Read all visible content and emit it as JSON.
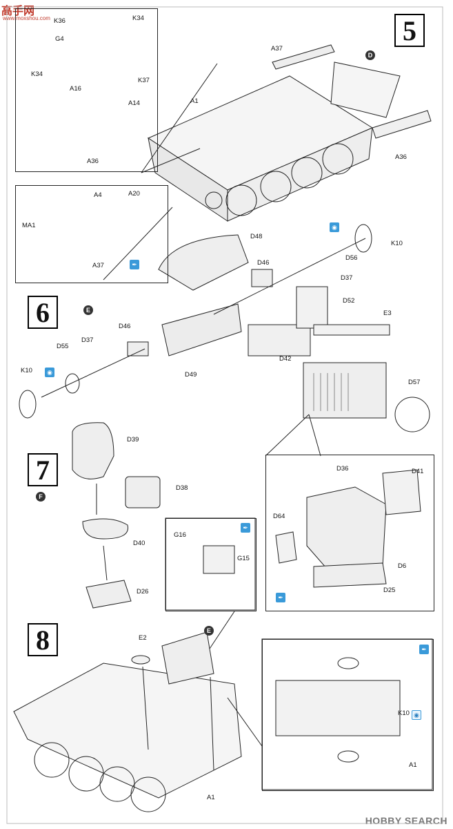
{
  "watermark": {
    "site_logo": "高手网",
    "site_url": "www.moxshou.com",
    "brand": "HOBBY SEARCH"
  },
  "steps": {
    "s5": "5",
    "s6": "6",
    "s7": "7",
    "s8": "8"
  },
  "tags": {
    "d": "D",
    "e": "E",
    "f": "F",
    "e2": "E"
  },
  "step5": {
    "inset_top_labels": [
      "K36",
      "K34",
      "G4",
      "K34",
      "K37",
      "A16",
      "A14",
      "A36"
    ],
    "inset_bottom_labels": [
      "A4",
      "A20",
      "MA1",
      "A37"
    ],
    "main_labels": [
      "A37",
      "A1",
      "A36"
    ]
  },
  "step6": {
    "labels": [
      "D48",
      "K10",
      "D56",
      "D46",
      "D37",
      "D52",
      "E3",
      "D42",
      "D57",
      "D46",
      "D55",
      "D37",
      "K10",
      "D49"
    ],
    "inset_labels": [
      "D36",
      "D41",
      "D64",
      "D6",
      "D25"
    ]
  },
  "step7": {
    "labels": [
      "D39",
      "D38",
      "D40",
      "D26"
    ],
    "inset_labels": [
      "G16",
      "G15"
    ]
  },
  "step8": {
    "labels": [
      "E2",
      "A1",
      "K10",
      "A1"
    ]
  }
}
